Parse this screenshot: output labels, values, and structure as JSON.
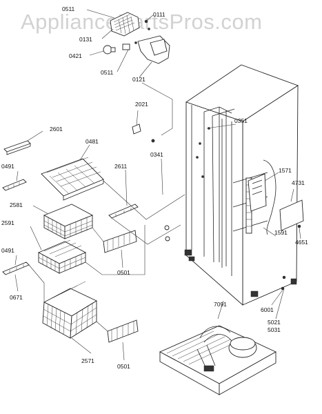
{
  "watermark": "AppliancePartsPros.com",
  "callouts": [
    {
      "id": "0511a",
      "text": "0511"
    },
    {
      "id": "0111",
      "text": "0111"
    },
    {
      "id": "0131",
      "text": "0131"
    },
    {
      "id": "0421",
      "text": "0421"
    },
    {
      "id": "0511b",
      "text": "0511"
    },
    {
      "id": "0121",
      "text": "0121"
    },
    {
      "id": "2021",
      "text": "2021"
    },
    {
      "id": "0351",
      "text": "0351"
    },
    {
      "id": "2601",
      "text": "2601"
    },
    {
      "id": "0481",
      "text": "0481"
    },
    {
      "id": "0341",
      "text": "0341"
    },
    {
      "id": "0491a",
      "text": "0491"
    },
    {
      "id": "2611",
      "text": "2611"
    },
    {
      "id": "1571",
      "text": "1571"
    },
    {
      "id": "4731",
      "text": "4731"
    },
    {
      "id": "2581",
      "text": "2581"
    },
    {
      "id": "2591",
      "text": "2591"
    },
    {
      "id": "1591",
      "text": "1591"
    },
    {
      "id": "4651",
      "text": "4651"
    },
    {
      "id": "0491b",
      "text": "0491"
    },
    {
      "id": "0501a",
      "text": "0501"
    },
    {
      "id": "0671",
      "text": "0671"
    },
    {
      "id": "6001",
      "text": "6001"
    },
    {
      "id": "5021",
      "text": "5021"
    },
    {
      "id": "5031",
      "text": "5031"
    },
    {
      "id": "7091",
      "text": "7091"
    },
    {
      "id": "2571",
      "text": "2571"
    },
    {
      "id": "0501b",
      "text": "0501"
    }
  ]
}
